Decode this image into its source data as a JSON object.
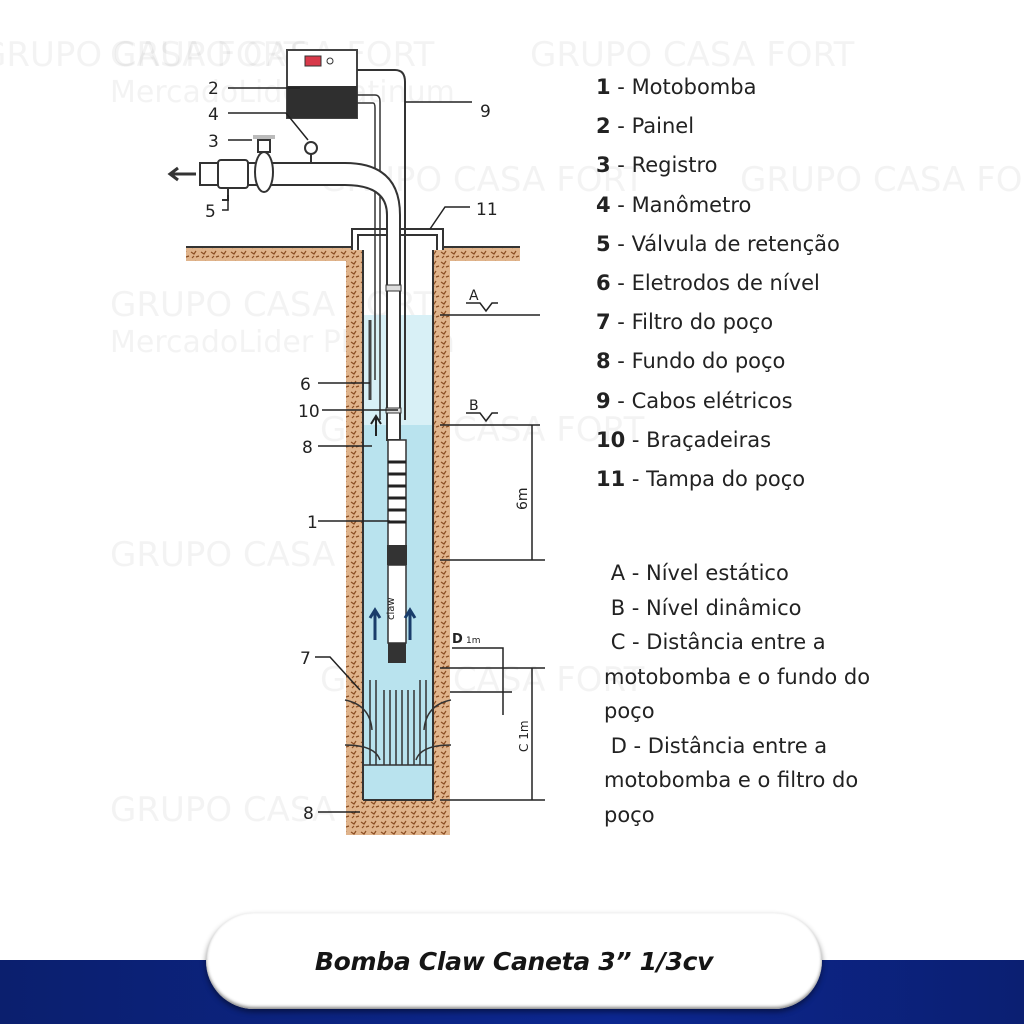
{
  "watermark": {
    "line1": "GRUPO CASA FORT",
    "line2": "MercadoLider Platinum"
  },
  "diagram": {
    "callouts": {
      "n1": "1",
      "n2": "2",
      "n3": "3",
      "n4": "4",
      "n5": "5",
      "n6": "6",
      "n7": "7",
      "n8": "8",
      "n9": "9",
      "n10": "10",
      "n11": "11",
      "a": "A",
      "b": "B",
      "d": "D",
      "d_dist": "1m",
      "c_dist": "C 1m",
      "six_m": "6m",
      "pump_brand": "claw"
    }
  },
  "legend": [
    {
      "key": "1",
      "label": "Motobomba"
    },
    {
      "key": "2",
      "label": "Painel"
    },
    {
      "key": "3",
      "label": "Registro"
    },
    {
      "key": "4",
      "label": "Manômetro"
    },
    {
      "key": "5",
      "label": "Válvula de retenção"
    },
    {
      "key": "6",
      "label": "Eletrodos de nível"
    },
    {
      "key": "7",
      "label": "Filtro do poço"
    },
    {
      "key": "8",
      "label": "Fundo do poço"
    },
    {
      "key": "9",
      "label": "Cabos elétricos"
    },
    {
      "key": "10",
      "label": "Braçadeiras"
    },
    {
      "key": "11",
      "label": "Tampa do poço"
    }
  ],
  "levels": [
    {
      "key": "A",
      "label": "Nível estático"
    },
    {
      "key": "B",
      "label": "Nível dinâmico"
    },
    {
      "key": "C",
      "label": "Distância entre a motobomba e o fundo do poço"
    },
    {
      "key": "D",
      "label": "Distância entre a motobomba e o filtro do poço"
    }
  ],
  "banner": {
    "title": "Bomba Claw Caneta 3” 1/3cv"
  },
  "colors": {
    "band": "#0c2588",
    "water": "#bfe6f0",
    "soil": "#c98a5a",
    "display": "#d8394a"
  }
}
